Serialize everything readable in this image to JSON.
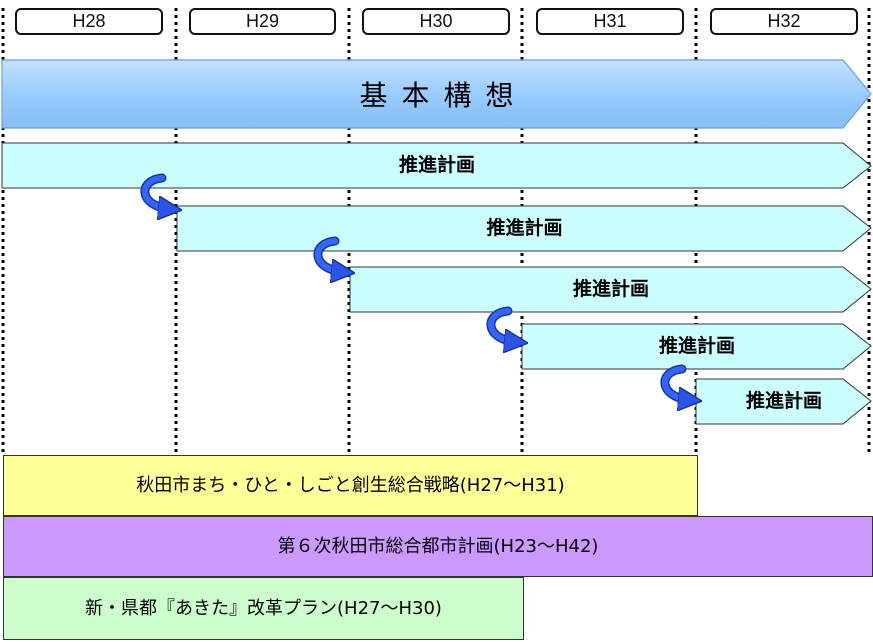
{
  "timeline": {
    "years": [
      "H28",
      "H29",
      "H30",
      "H31",
      "H32"
    ]
  },
  "concept": {
    "label": "基本構想"
  },
  "plans": [
    {
      "label": "推進計画",
      "start_year": "H28"
    },
    {
      "label": "推進計画",
      "start_year": "H29"
    },
    {
      "label": "推進計画",
      "start_year": "H30"
    },
    {
      "label": "推進計画",
      "start_year": "H31"
    },
    {
      "label": "推進計画",
      "start_year": "H32"
    }
  ],
  "related_plans": [
    {
      "label": "秋田市まち・ひと・しごと創生総合戦略(H27～H31)",
      "color": "#ffff99"
    },
    {
      "label": "第６次秋田市総合都市計画(H23～H42)",
      "color": "#cc99ff"
    },
    {
      "label": "新・県都『あきた』改革プラン(H27～H30)",
      "color": "#ccffcc"
    }
  ],
  "colors": {
    "concept_fill": "#99ccff",
    "plan_fill": "#ccffff",
    "rollover_arrow": "#3366ff",
    "divider": "#000000"
  }
}
